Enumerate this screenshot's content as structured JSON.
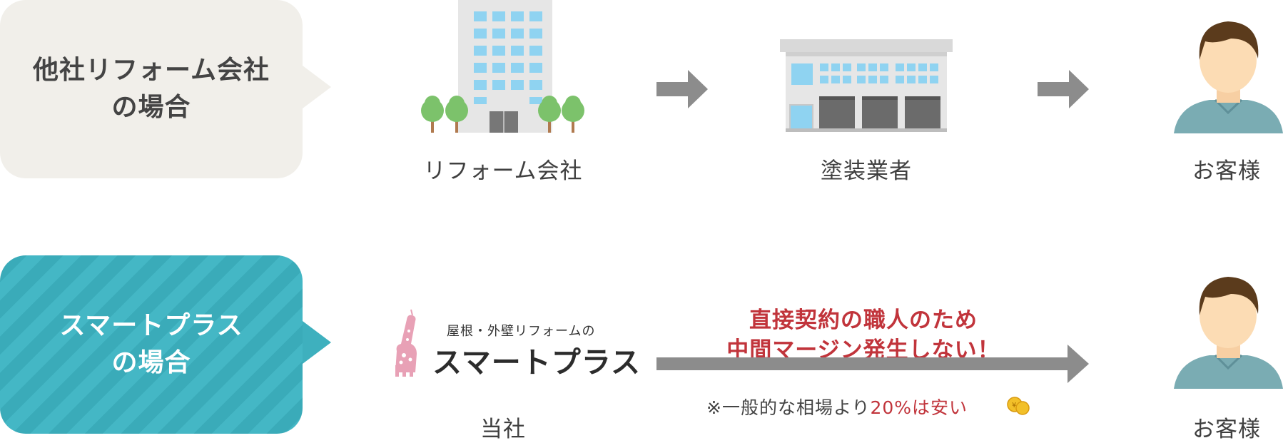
{
  "rows": [
    {
      "bubble_line1": "他社リフォーム会社",
      "bubble_line2": "の場合",
      "source_label": "リフォーム会社",
      "middle_label": "塗装業者",
      "customer_label": "お客様"
    },
    {
      "bubble_line1": "スマートプラス",
      "bubble_line2": "の場合",
      "logo_subtitle": "屋根・外壁リフォームの",
      "logo_name": "スマートプラス",
      "source_label": "当社",
      "highlight_line1": "直接契約の職人のため",
      "highlight_line2": "中間マージン発生しない！",
      "note_prefix": "※一般的な相場より",
      "note_highlight": "20%は安い",
      "customer_label": "お客様"
    }
  ],
  "colors": {
    "accent_red": "#c1343b",
    "bubble_teal": "#44b7c5",
    "bubble_beige": "#f1efea",
    "arrow_gray": "#8c8c8c"
  },
  "icons": [
    "office-building-icon",
    "tree-icon",
    "warehouse-icon",
    "customer-avatar-icon",
    "arrow-right-icon",
    "giraffe-logo-icon",
    "coins-icon"
  ]
}
